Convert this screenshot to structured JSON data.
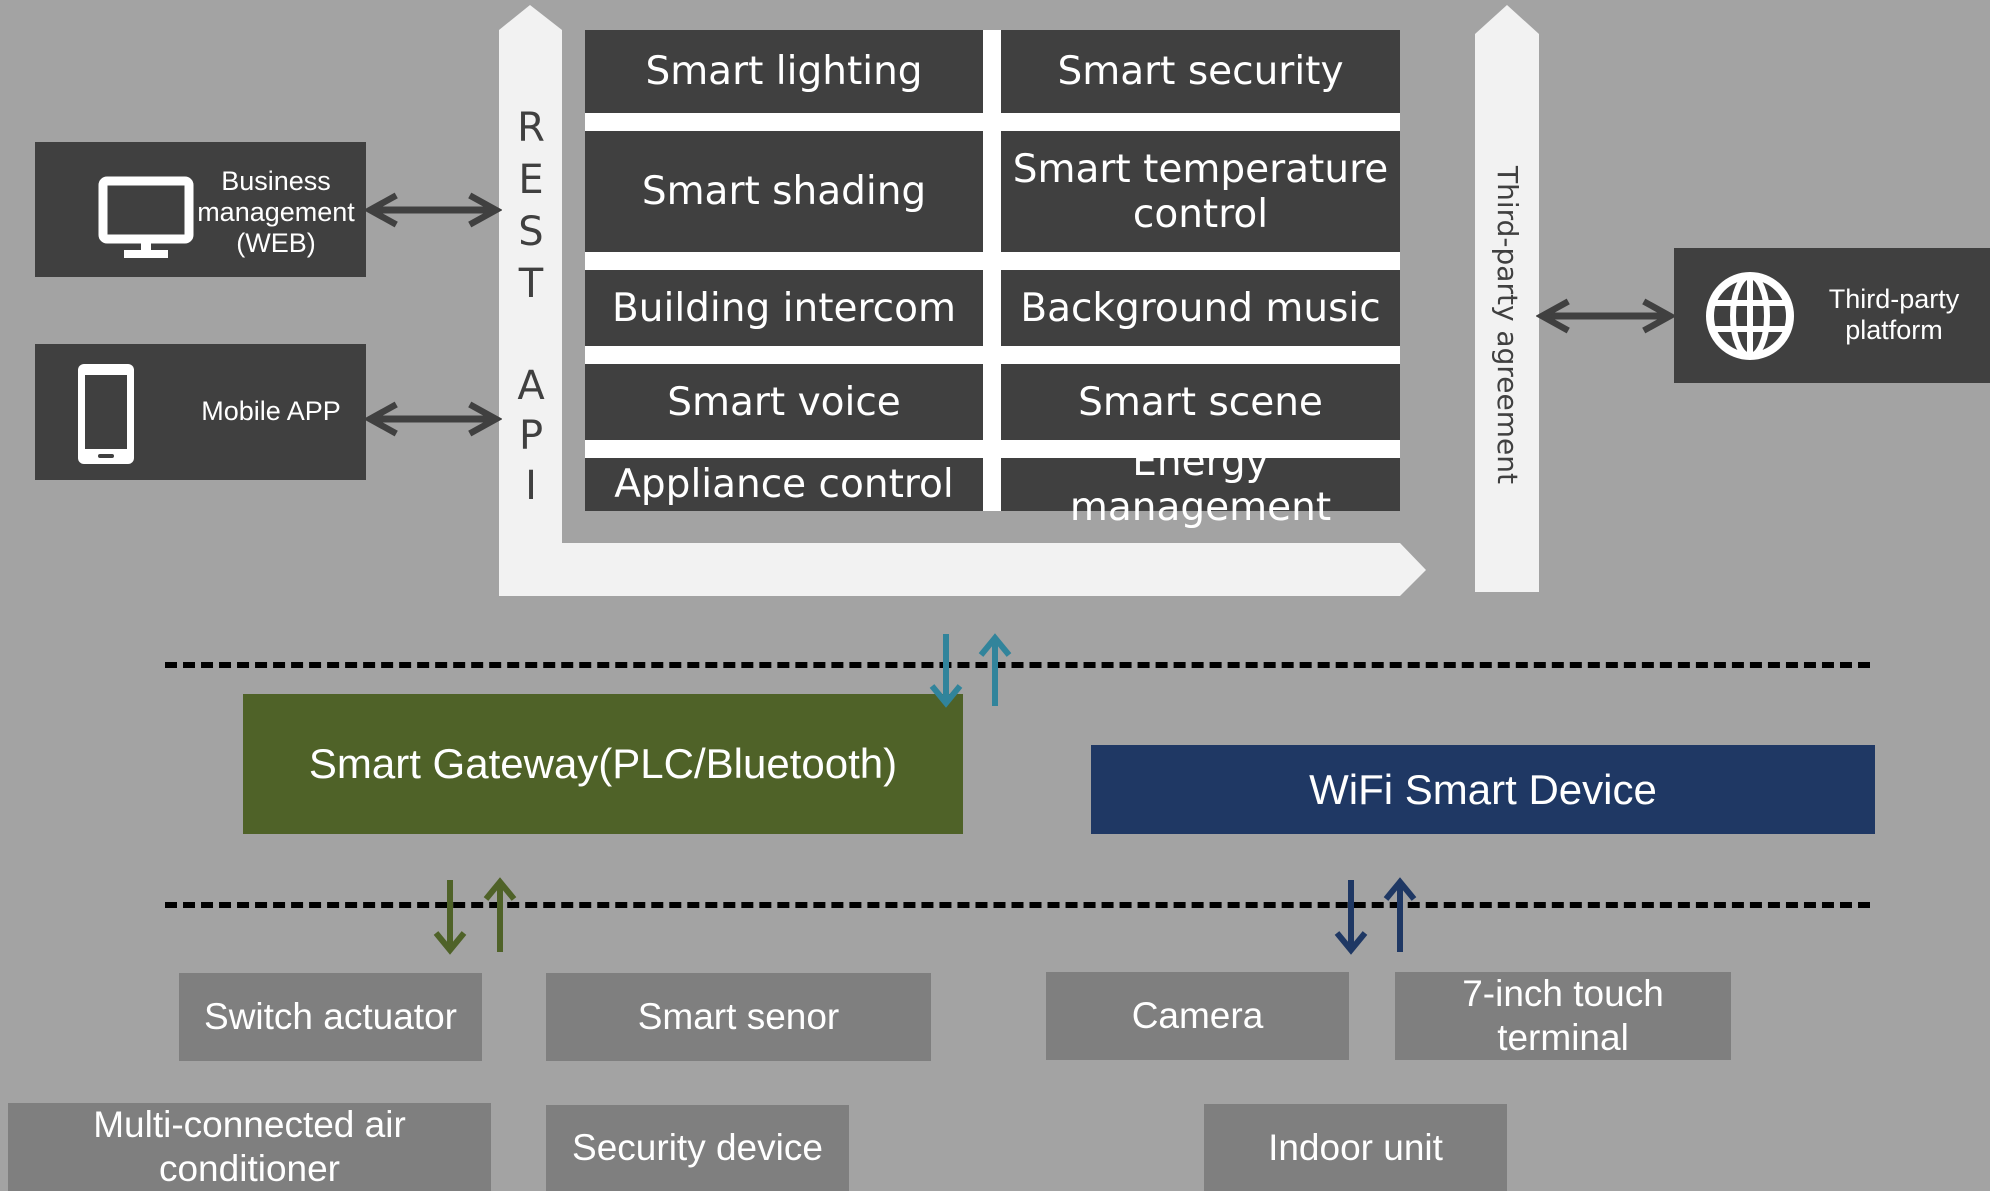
{
  "clients": {
    "business": {
      "label_lines": [
        "Business",
        "management",
        "(WEB)"
      ],
      "icon": "monitor-icon"
    },
    "mobile": {
      "label": "Mobile APP",
      "icon": "smartphone-icon"
    }
  },
  "rest_api": {
    "letters_top": [
      "R",
      "E",
      "S",
      "T"
    ],
    "letters_bottom": [
      "A",
      "P",
      "I"
    ]
  },
  "functions": {
    "left": [
      "Smart lighting",
      "Smart shading",
      "Building intercom",
      "Smart voice",
      "Appliance control"
    ],
    "right": [
      "Smart security",
      "Smart temperature control",
      "Background music",
      "Smart scene",
      "Energy management"
    ]
  },
  "third_party_agreement": "Third-party agreement",
  "third_party_platform": {
    "label_lines": [
      "Third-party",
      "platform"
    ],
    "icon": "globe-icon"
  },
  "gateway": {
    "label": "Smart Gateway(PLC/Bluetooth)"
  },
  "wifi": {
    "label": "WiFi Smart Device"
  },
  "devices": {
    "switch_actuator": "Switch actuator",
    "smart_senor": "Smart senor",
    "camera": "Camera",
    "touch_terminal": "7-inch touch terminal",
    "air_conditioner": "Multi-connected air conditioner",
    "security_device": "Security device",
    "indoor_unit": "Indoor unit"
  },
  "colors": {
    "background": "#a3a3a3",
    "dark_box": "#404040",
    "pillar": "#f2f2f2",
    "gateway": "#4f6228",
    "wifi": "#1f3864",
    "device": "#7f7f7f",
    "teal_arrow": "#31849b"
  }
}
